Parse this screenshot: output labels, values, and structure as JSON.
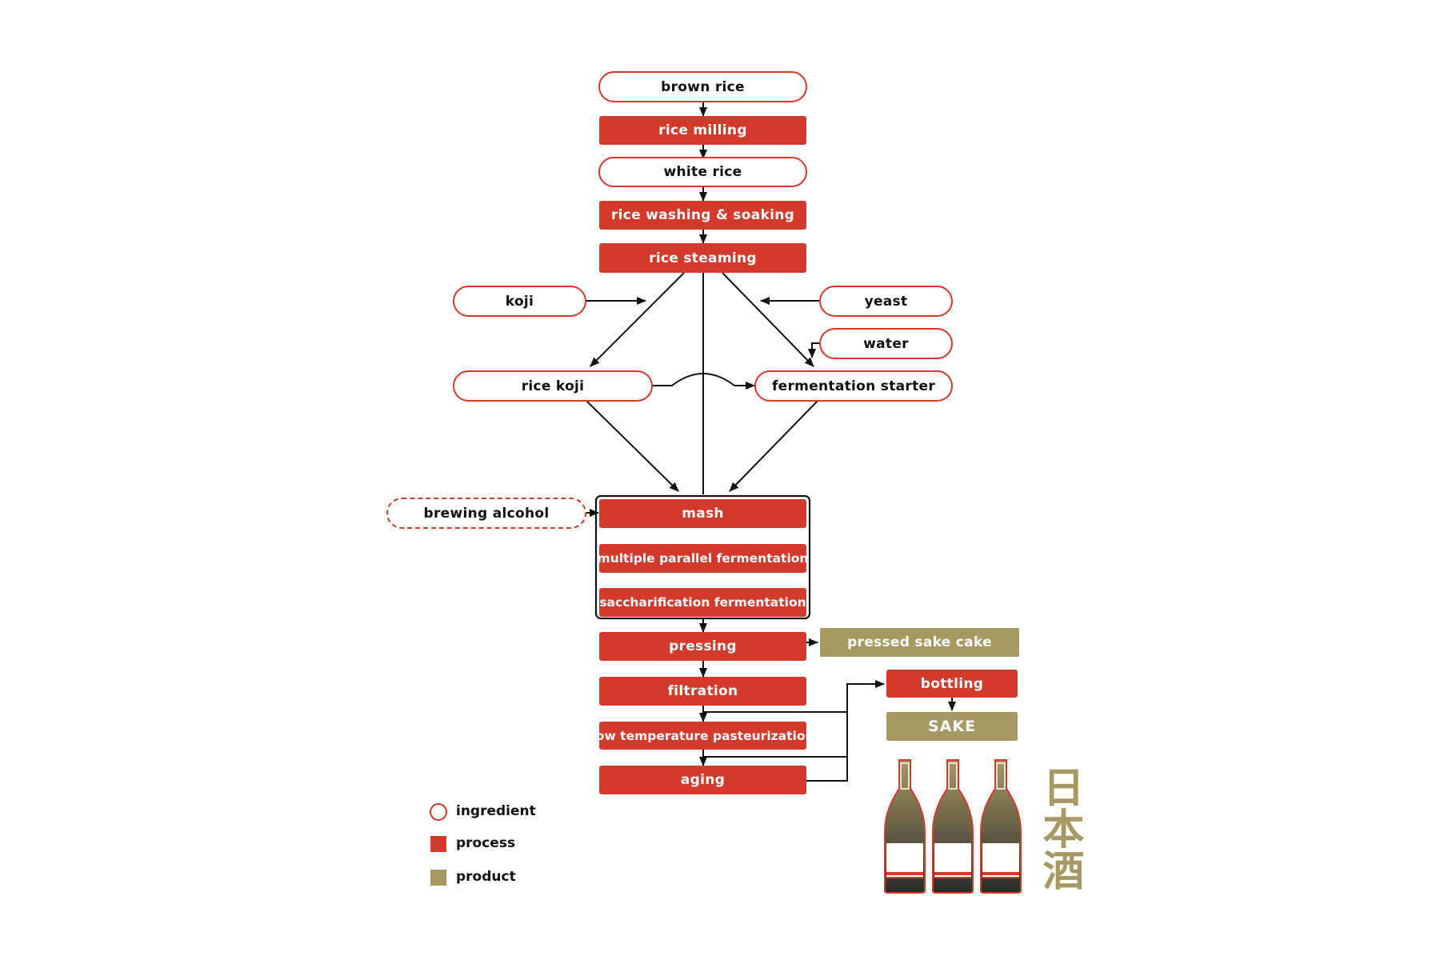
{
  "colors": {
    "ingredient": "#d23a2c",
    "process": "#d23a2c",
    "product": "#a89863",
    "line": "#111111"
  },
  "nodes": {
    "brown_rice": "brown rice",
    "rice_milling": "rice milling",
    "white_rice": "white rice",
    "washing": "rice washing & soaking",
    "steaming": "rice steaming",
    "koji": "koji",
    "yeast": "yeast",
    "water": "water",
    "rice_koji": "rice koji",
    "starter": "fermentation starter",
    "brewing_alcohol": "brewing alcohol",
    "mash": "mash",
    "multiple_parallel": "multiple parallel fermentation",
    "saccharification": "saccharification fermentation",
    "pressing": "pressing",
    "pressed_cake": "pressed sake cake",
    "filtration": "filtration",
    "bottling": "bottling",
    "sake": "SAKE",
    "pasteurization": "low temperature pasteurization",
    "aging": "aging"
  },
  "legend": {
    "ingredient": "ingredient",
    "process": "process",
    "product": "product"
  },
  "logo": {
    "text": "日本酒",
    "icon": "sake-bottles-icon"
  }
}
